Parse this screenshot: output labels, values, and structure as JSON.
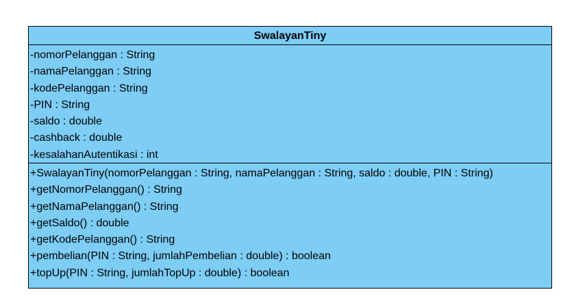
{
  "class": {
    "name": "SwalayanTiny",
    "attributes": [
      "-nomorPelanggan : String",
      "-namaPelanggan : String",
      "-kodePelanggan : String",
      "-PIN : String",
      "-saldo : double",
      "-cashback : double",
      "-kesalahanAutentikasi : int"
    ],
    "methods": [
      "+SwalayanTiny(nomorPelanggan : String, namaPelanggan : String, saldo : double, PIN : String)",
      "+getNomorPelanggan() : String",
      "+getNamaPelanggan() : String",
      "+getSaldo() : double",
      "+getKodePelanggan() : String",
      "+pembelian(PIN : String, jumlahPembelian : double) : boolean",
      "+topUp(PIN : String, jumlahTopUp : double) : boolean"
    ]
  },
  "colors": {
    "class_fill": "#7dcdf5",
    "border": "#000000"
  }
}
